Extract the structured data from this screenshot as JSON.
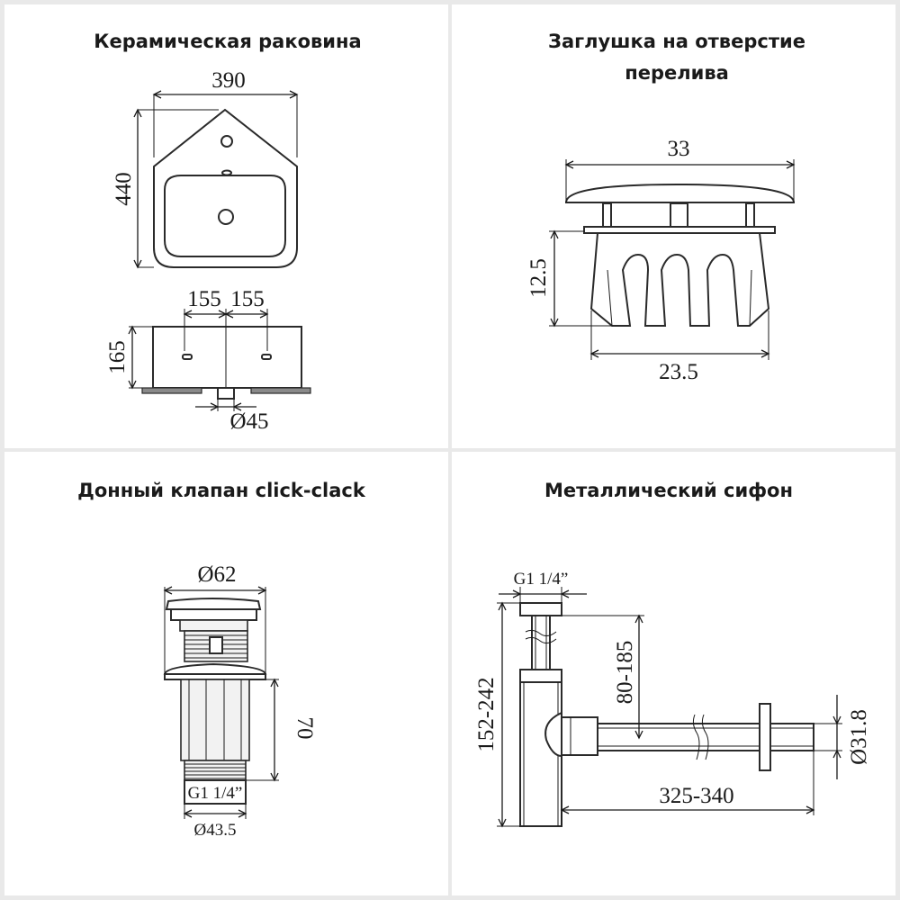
{
  "panels": {
    "sink": {
      "title": "Керамическая раковина",
      "width": "390",
      "depth": "440",
      "offset_left": "155",
      "offset_right": "155",
      "height": "165",
      "drain": "Ø45"
    },
    "overflow": {
      "title_line1": "Заглушка на отверстие",
      "title_line2": "перелива",
      "top_width": "33",
      "height": "12.5",
      "bottom_width": "23.5"
    },
    "valve": {
      "title": "Донный клапан click-clack",
      "cap_diameter": "Ø62",
      "height": "70",
      "thread": "G1 1/4”",
      "body_diameter": "Ø43.5"
    },
    "siphon": {
      "title": "Металлический сифон",
      "thread": "G1 1/4”",
      "total_height": "152-242",
      "inlet_height": "80-185",
      "pipe_diameter": "Ø31.8",
      "outlet_length": "325-340"
    }
  }
}
